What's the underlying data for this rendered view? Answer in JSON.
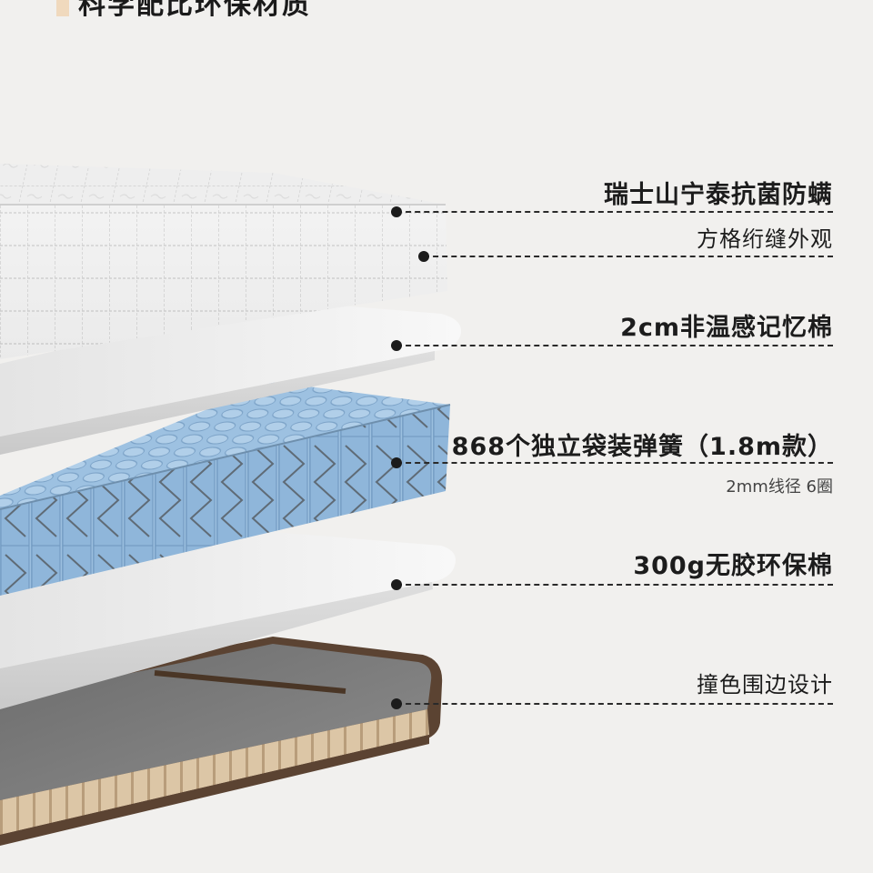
{
  "heading": {
    "title": "科学配比环保材质"
  },
  "colors": {
    "background": "#f1f0ee",
    "heading_accent": "#f0d9bd",
    "spring_blue": "#8bb2d6",
    "frame_brown": "#6b4e3a",
    "frame_beige": "#d9c3a3"
  },
  "layers": [
    {
      "label": "瑞士山宁泰抗菌防螨",
      "icon": "quilted-fabric-top-layer"
    },
    {
      "label": "方格绗缝外观"
    },
    {
      "label": "2cm非温感记忆棉",
      "icon": "memory-foam-layer"
    },
    {
      "label": "868个独立袋装弹簧（1.8m款）",
      "sublabel": "2mm线径 6圈",
      "icon": "pocket-spring-layer"
    },
    {
      "label": "300g无胶环保棉",
      "icon": "eco-cotton-layer"
    },
    {
      "label": "撞色围边设计",
      "icon": "contrast-border-frame"
    }
  ]
}
